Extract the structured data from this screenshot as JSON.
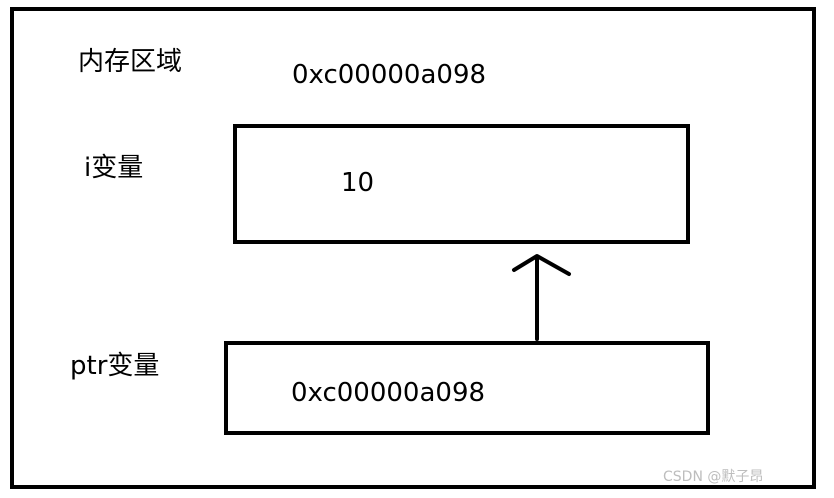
{
  "diagram": {
    "region_label": "内存区域",
    "region_address": "0xc00000a098",
    "variables": [
      {
        "name": "i变量",
        "value": "10"
      },
      {
        "name": "ptr变量",
        "value": "0xc00000a098"
      }
    ],
    "arrow": {
      "from": "ptr变量",
      "to": "i变量"
    }
  },
  "watermark": "CSDN @默子昂"
}
